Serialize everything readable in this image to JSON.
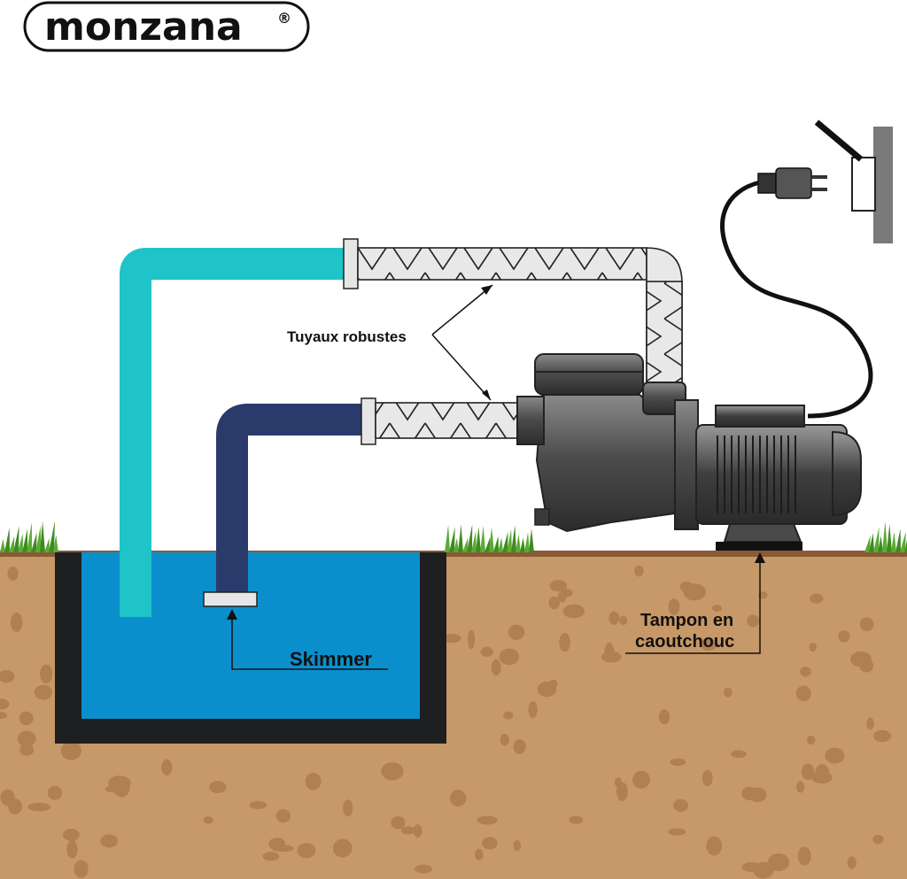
{
  "brand": {
    "name": "monzana",
    "mark": "®"
  },
  "labels": {
    "hoses": "Tuyaux robustes",
    "skimmer": "Skimmer",
    "pad_line1": "Tampon en",
    "pad_line2": "caoutchouc"
  },
  "colors": {
    "soil": "#c79868",
    "soil_spots": "#b07f52",
    "water": "#0b8fcc",
    "pool_liner": "#1e1f21",
    "return_pipe": "#1ec4c8",
    "suction_pipe": "#2a3a6b",
    "hose": "#e6e6e6",
    "pump_body": "#5a5a5a",
    "grass": "#4c9a2a",
    "wall": "#7a7a7a"
  }
}
